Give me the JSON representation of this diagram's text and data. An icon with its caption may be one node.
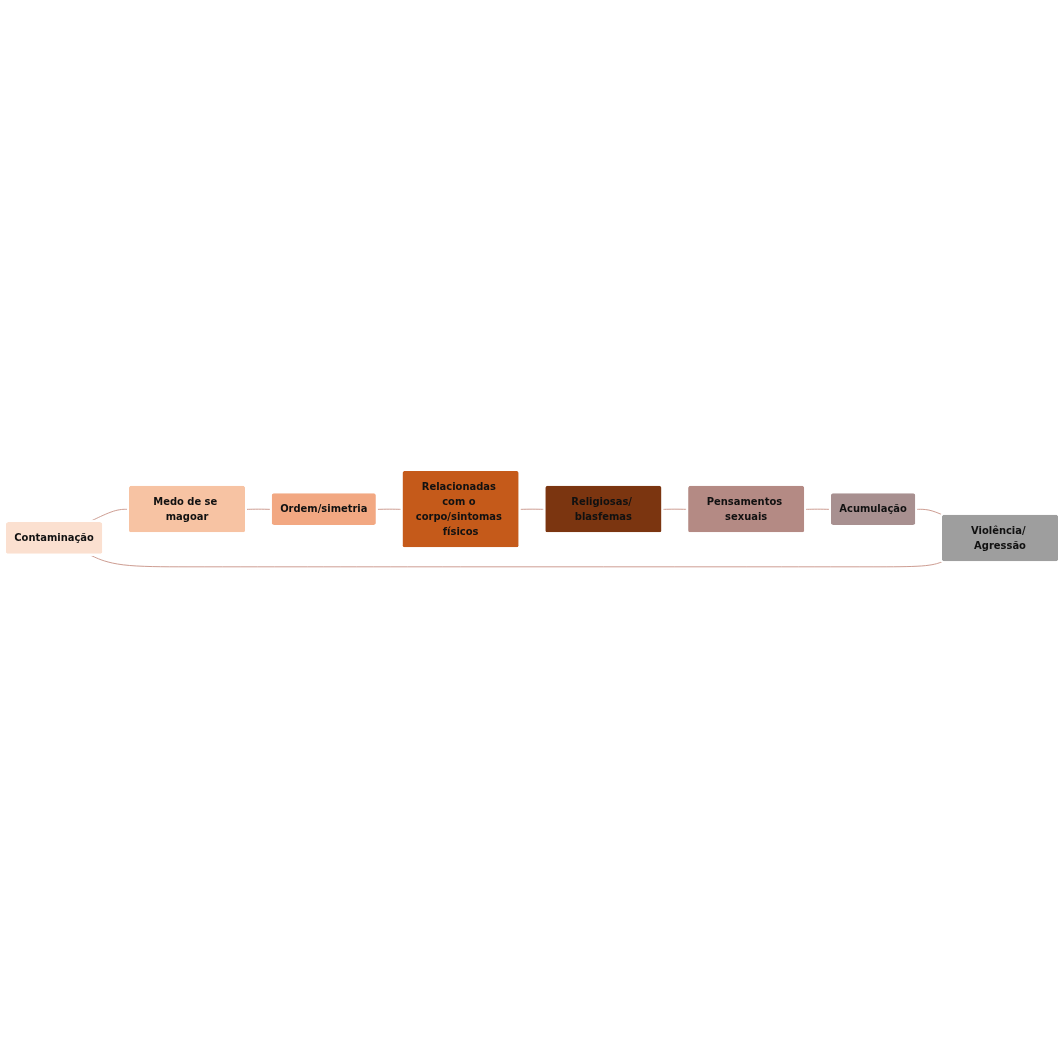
{
  "diagram": {
    "nodes": [
      {
        "text": [
          "Contaminação"
        ]
      },
      {
        "text": [
          "Medo de se magoar"
        ]
      },
      {
        "text": [
          "Ordem/simetria"
        ]
      },
      {
        "text": [
          "Relacionadas com o corpo/sintomas físicos"
        ]
      },
      {
        "text": [
          "Religiosas/ blasfemas"
        ]
      },
      {
        "text": [
          "Pensamentos sexuais"
        ]
      },
      {
        "text": [
          "Acumulação"
        ]
      },
      {
        "text": [
          "Violência/ Agressão"
        ]
      }
    ],
    "edges": [
      {
        "from": 0,
        "to": 1,
        "arrow": "none"
      },
      {
        "from": 1,
        "to": 2,
        "arrow": "none"
      },
      {
        "from": 2,
        "to": 3,
        "arrow": "none"
      },
      {
        "from": 3,
        "to": 4,
        "arrow": "none"
      },
      {
        "from": 4,
        "to": 5,
        "arrow": "none"
      },
      {
        "from": 5,
        "to": 6,
        "arrow": "none"
      },
      {
        "from": 6,
        "to": 7,
        "arrow": "none"
      },
      {
        "from": 7,
        "to": 0,
        "arrow": "none"
      }
    ]
  }
}
